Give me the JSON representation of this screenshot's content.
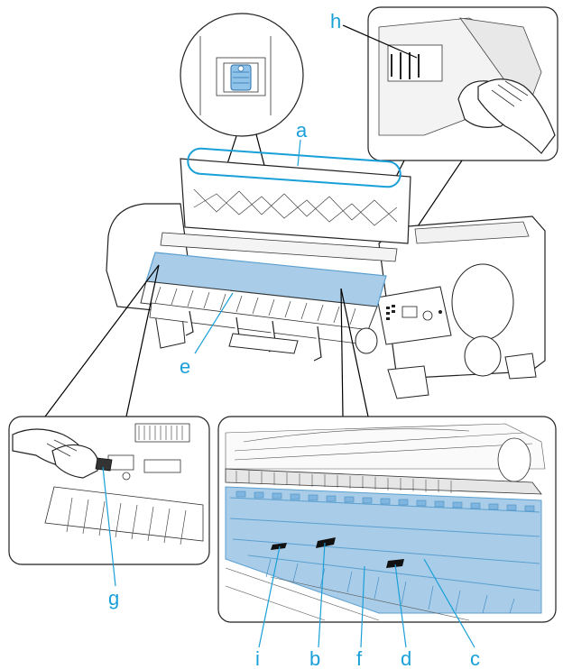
{
  "callouts": {
    "a": "a",
    "b": "b",
    "c": "c",
    "d": "d",
    "e": "e",
    "f": "f",
    "g": "g",
    "h": "h",
    "i": "i"
  },
  "colors": {
    "highlight": "#a9cde8",
    "highlight_dark": "#5a9fcf",
    "label": "#1aa0d8",
    "line": "#000000"
  },
  "icons": [
    "hand-wiping-cloth-icon"
  ]
}
